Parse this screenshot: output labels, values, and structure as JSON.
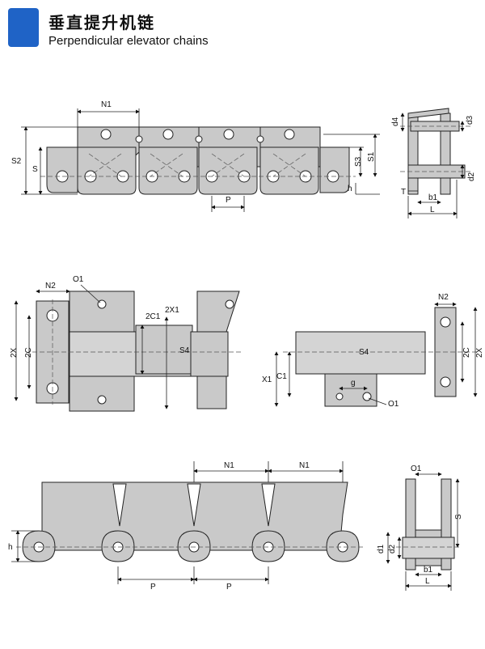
{
  "header": {
    "title_cn": "垂直提升机链",
    "title_en": "Perpendicular elevator chains"
  },
  "labels": {
    "n1": "N1",
    "s2": "S2",
    "s": "S",
    "s3": "S3",
    "s1": "S1",
    "h": "h",
    "p": "P",
    "d4": "d4",
    "d3": "d3",
    "d2": "d2",
    "t": "T",
    "b1": "b1",
    "l": "L",
    "n2": "N2",
    "o1": "O1",
    "c1_2": "2C1",
    "x1_2": "2X1",
    "x2": "2X",
    "c2": "2C",
    "s4": "S4",
    "x1": "X1",
    "c1": "C1",
    "g": "g",
    "d1": "d1"
  }
}
